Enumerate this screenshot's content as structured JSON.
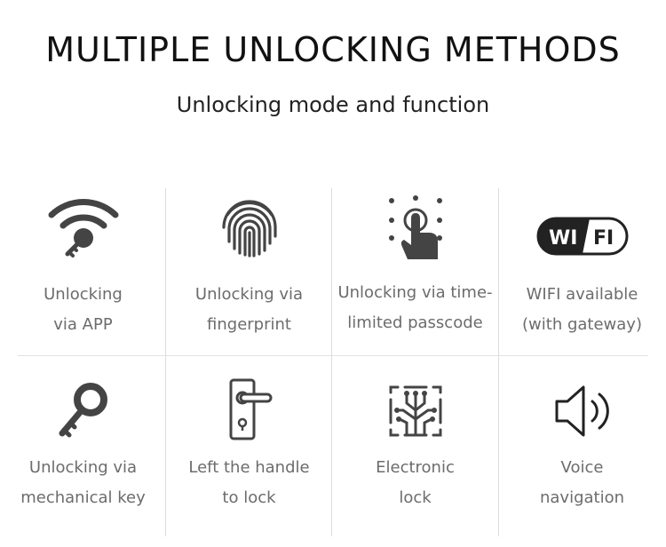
{
  "header": {
    "title": "MULTIPLE UNLOCKING METHODS",
    "subtitle": "Unlocking mode and function"
  },
  "features": [
    {
      "line1": "Unlocking",
      "line2": "via APP",
      "icon": "wifi-key-icon"
    },
    {
      "line1": "Unlocking via",
      "line2": "fingerprint",
      "icon": "fingerprint-icon"
    },
    {
      "line1": "Unlocking via time-",
      "line2": "limited passcode",
      "icon": "touch-keypad-icon"
    },
    {
      "line1": "WIFI available",
      "line2": "(with gateway)",
      "icon": "wifi-badge-icon",
      "badge_left": "WI",
      "badge_right": "FI"
    },
    {
      "line1": "Unlocking via",
      "line2": "mechanical key",
      "icon": "key-icon"
    },
    {
      "line1": "Left the handle",
      "line2": "to lock",
      "icon": "door-handle-icon"
    },
    {
      "line1": "Electronic",
      "line2": "lock",
      "icon": "circuit-chip-icon"
    },
    {
      "line1": "Voice",
      "line2": "navigation",
      "icon": "speaker-icon"
    }
  ],
  "colors": {
    "icon": "#444444",
    "label": "#6c6c6c",
    "divider": "#dcdcdc"
  }
}
